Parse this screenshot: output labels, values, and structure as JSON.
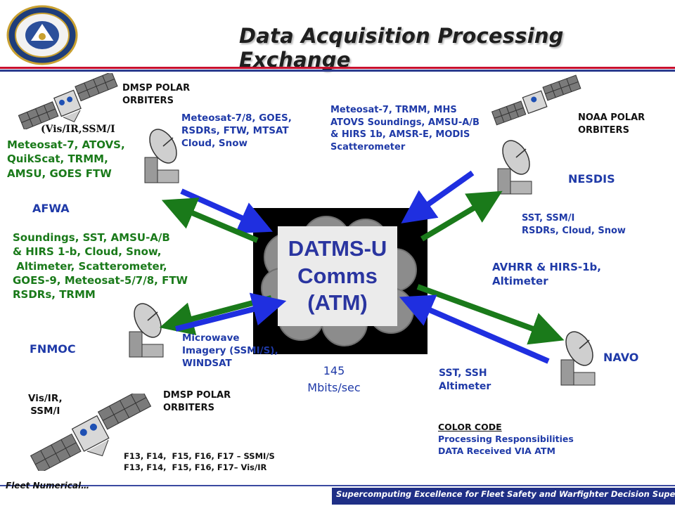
{
  "title": "Data Acquisition Processing Exchange",
  "center": {
    "lines": [
      "DATMS-U",
      "Comms",
      "(ATM)"
    ]
  },
  "rate": {
    "value": "145",
    "unit": "Mbits/sec"
  },
  "sites": {
    "afwa": "AFWA",
    "fnmoc": "FNMOC",
    "nesdis": "NESDIS",
    "navo": "NAVO"
  },
  "satellites": {
    "top_left_label": "DMSP POLAR\nORBITERS",
    "top_left_sensors": "(Vis/IR,SSM/I",
    "top_right_label": "NOAA POLAR\nORBITERS",
    "bottom_left_sensors": "Vis/IR,\nSSM/I",
    "bottom_left_label": "DMSP POLAR\nORBITERS",
    "bottom_list": "F13, F14,  F15, F16, F17 – SSMI/S\nF13, F14,  F15, F16, F17– Vis/IR"
  },
  "flows": {
    "to_afwa_blue": "Meteosat-7/8, GOES,\nRSDRs, FTW, MTSAT\nCloud, Snow",
    "afwa_green": "Meteosat-7, ATOVS,\nQuikScat, TRMM,\nAMSU, GOES FTW",
    "fnmoc_green": "Soundings, SST, AMSU-A/B\n& HIRS 1-b, Cloud, Snow,\n Altimeter, Scatterometer,\nGOES-9, Meteosat-5/7/8, FTW\nRSDRs, TRMM",
    "fnmoc_blue": "Microwave\nImagery (SSMI/S),\nWINDSAT",
    "nesdis_blue": "Meteosat-7, TRMM, MHS\nATOVS Soundings, AMSU-A/B\n& HIRS 1b, AMSR-E, MODIS\nScatterometer",
    "nesdis_small": "SST, SSM/I\nRSDRs, Cloud, Snow",
    "nesdis_green": "AVHRR & HIRS-1b,\nAltimeter",
    "navo_blue": "SST, SSH\nAltimeter"
  },
  "color_code": {
    "title": "COLOR CODE",
    "green_item": "Processing Responsibilities",
    "blue_item": "DATA Received VIA ATM"
  },
  "footer": {
    "left": "Fleet Numerical…",
    "tagline": "Supercomputing Excellence for Fleet Safety and Warfighter Decision Superiority"
  },
  "colors": {
    "blue_arrow": "#1f2fe0",
    "green_arrow": "#1a7a1a",
    "accent_red": "#c8102e",
    "accent_navy": "#2b3c8f"
  }
}
